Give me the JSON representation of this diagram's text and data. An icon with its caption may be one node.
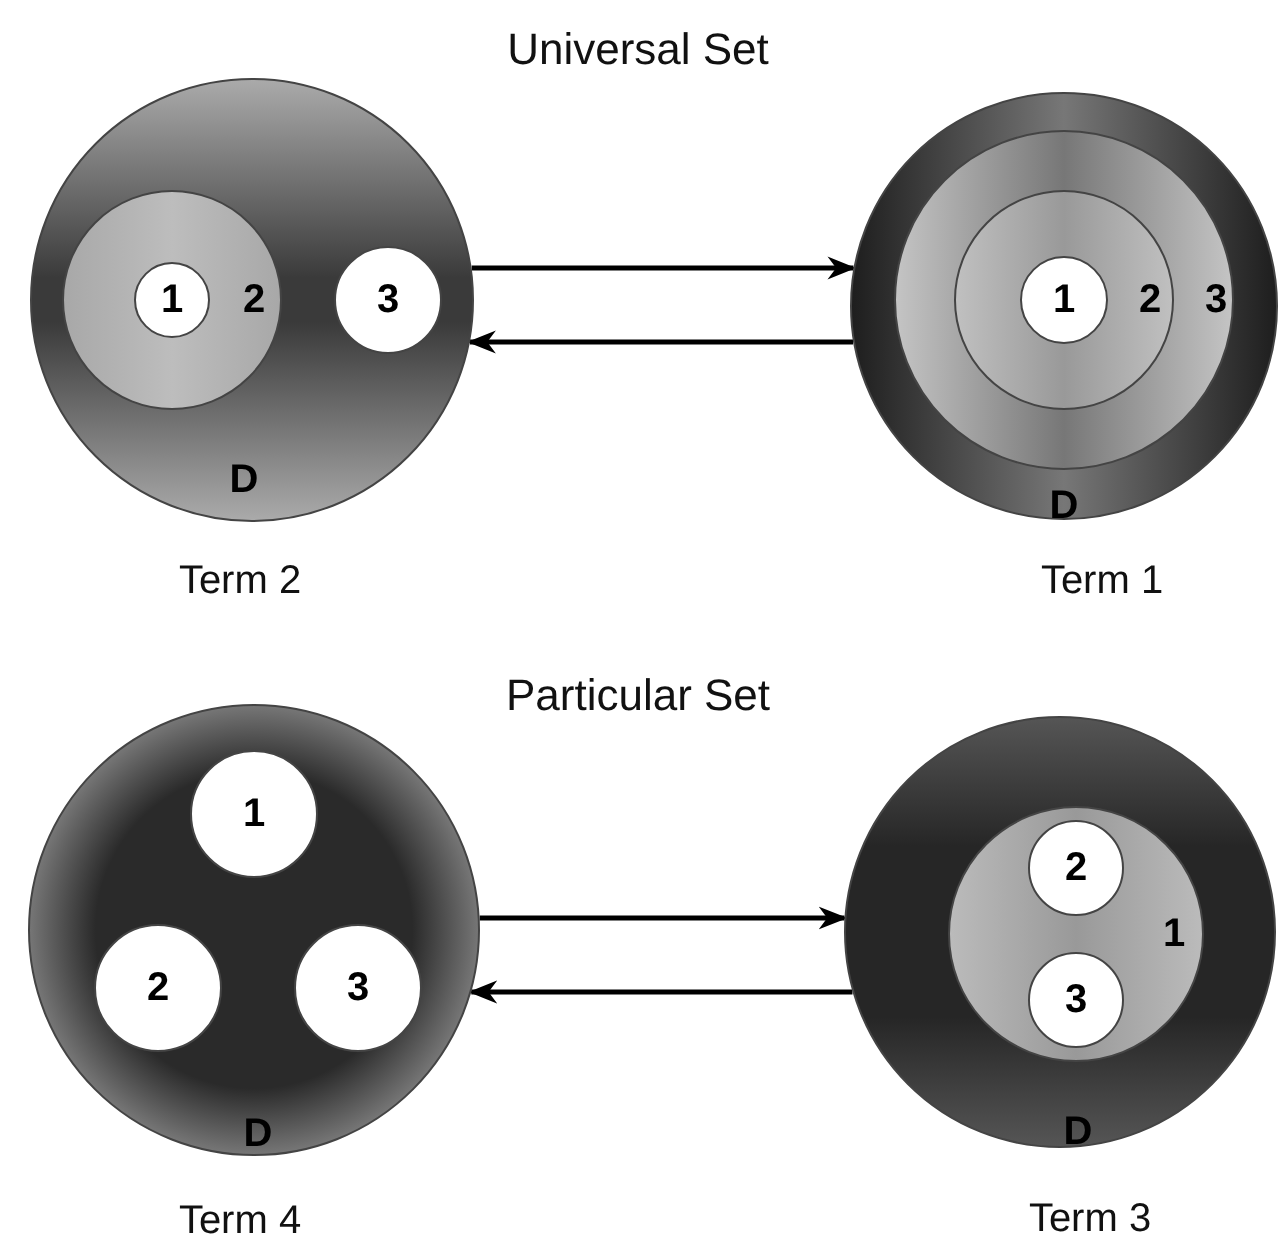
{
  "diagram": {
    "nodes": [
      {
        "text": [
          "D"
        ],
        "beside": [
          "Term 2"
        ]
      },
      {
        "text": [
          "2"
        ],
        "in": 0
      },
      {
        "text": [
          "1"
        ],
        "in": 1
      },
      {
        "text": [
          "3"
        ],
        "in": 0
      },
      {
        "text": [
          "D"
        ],
        "beside": [
          "Term 1"
        ]
      },
      {
        "text": [
          "3"
        ],
        "in": 4
      },
      {
        "text": [
          "2"
        ],
        "in": 5
      },
      {
        "text": [
          "1"
        ],
        "in": 6
      },
      {
        "text": [
          "D"
        ],
        "beside": [
          "Term 4"
        ]
      },
      {
        "text": [
          "1"
        ],
        "in": 8
      },
      {
        "text": [
          "2"
        ],
        "in": 8
      },
      {
        "text": [
          "3"
        ],
        "in": 8
      },
      {
        "text": [
          "D"
        ],
        "beside": [
          "Term 3"
        ]
      },
      {
        "text": [
          "1"
        ],
        "in": 12
      },
      {
        "text": [
          "2"
        ],
        "in": 13
      },
      {
        "text": [
          "3"
        ],
        "in": 13
      }
    ],
    "edges": [
      {
        "from": 0,
        "to": 4,
        "arrow": "to"
      },
      {
        "from": 4,
        "to": 0,
        "arrow": "to"
      },
      {
        "from": 8,
        "to": 12,
        "arrow": "to"
      },
      {
        "from": 12,
        "to": 8,
        "arrow": "to"
      }
    ],
    "labels": [
      "Universal Set",
      "Particular Set"
    ]
  }
}
